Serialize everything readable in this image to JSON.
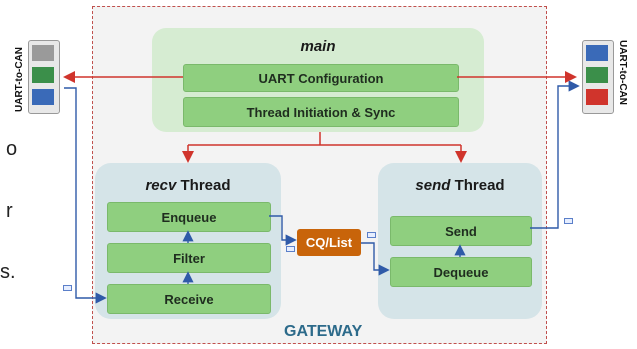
{
  "gateway": {
    "label": "GATEWAY"
  },
  "main": {
    "title": "main",
    "boxes": {
      "uart": "UART Configuration",
      "thread_init": "Thread Initiation & Sync"
    }
  },
  "recv": {
    "title_italic": "recv",
    "title_rest": " Thread",
    "boxes": {
      "enqueue": "Enqueue",
      "filter": "Filter",
      "receive": "Receive"
    }
  },
  "send": {
    "title_italic": "send",
    "title_rest": " Thread",
    "boxes": {
      "send": "Send",
      "dequeue": "Dequeue"
    }
  },
  "queue": {
    "label": "CQ/List",
    "color": "#c8640a"
  },
  "devices": {
    "left_label": "UART-to-CAN",
    "right_label": "UART-to-CAN"
  },
  "left_edge_text": [
    "o",
    "r",
    "s."
  ],
  "colors": {
    "red_arrow": "#d0342c",
    "blue_arrow": "#2f5aa8",
    "green_box": "#8fcf7f"
  }
}
